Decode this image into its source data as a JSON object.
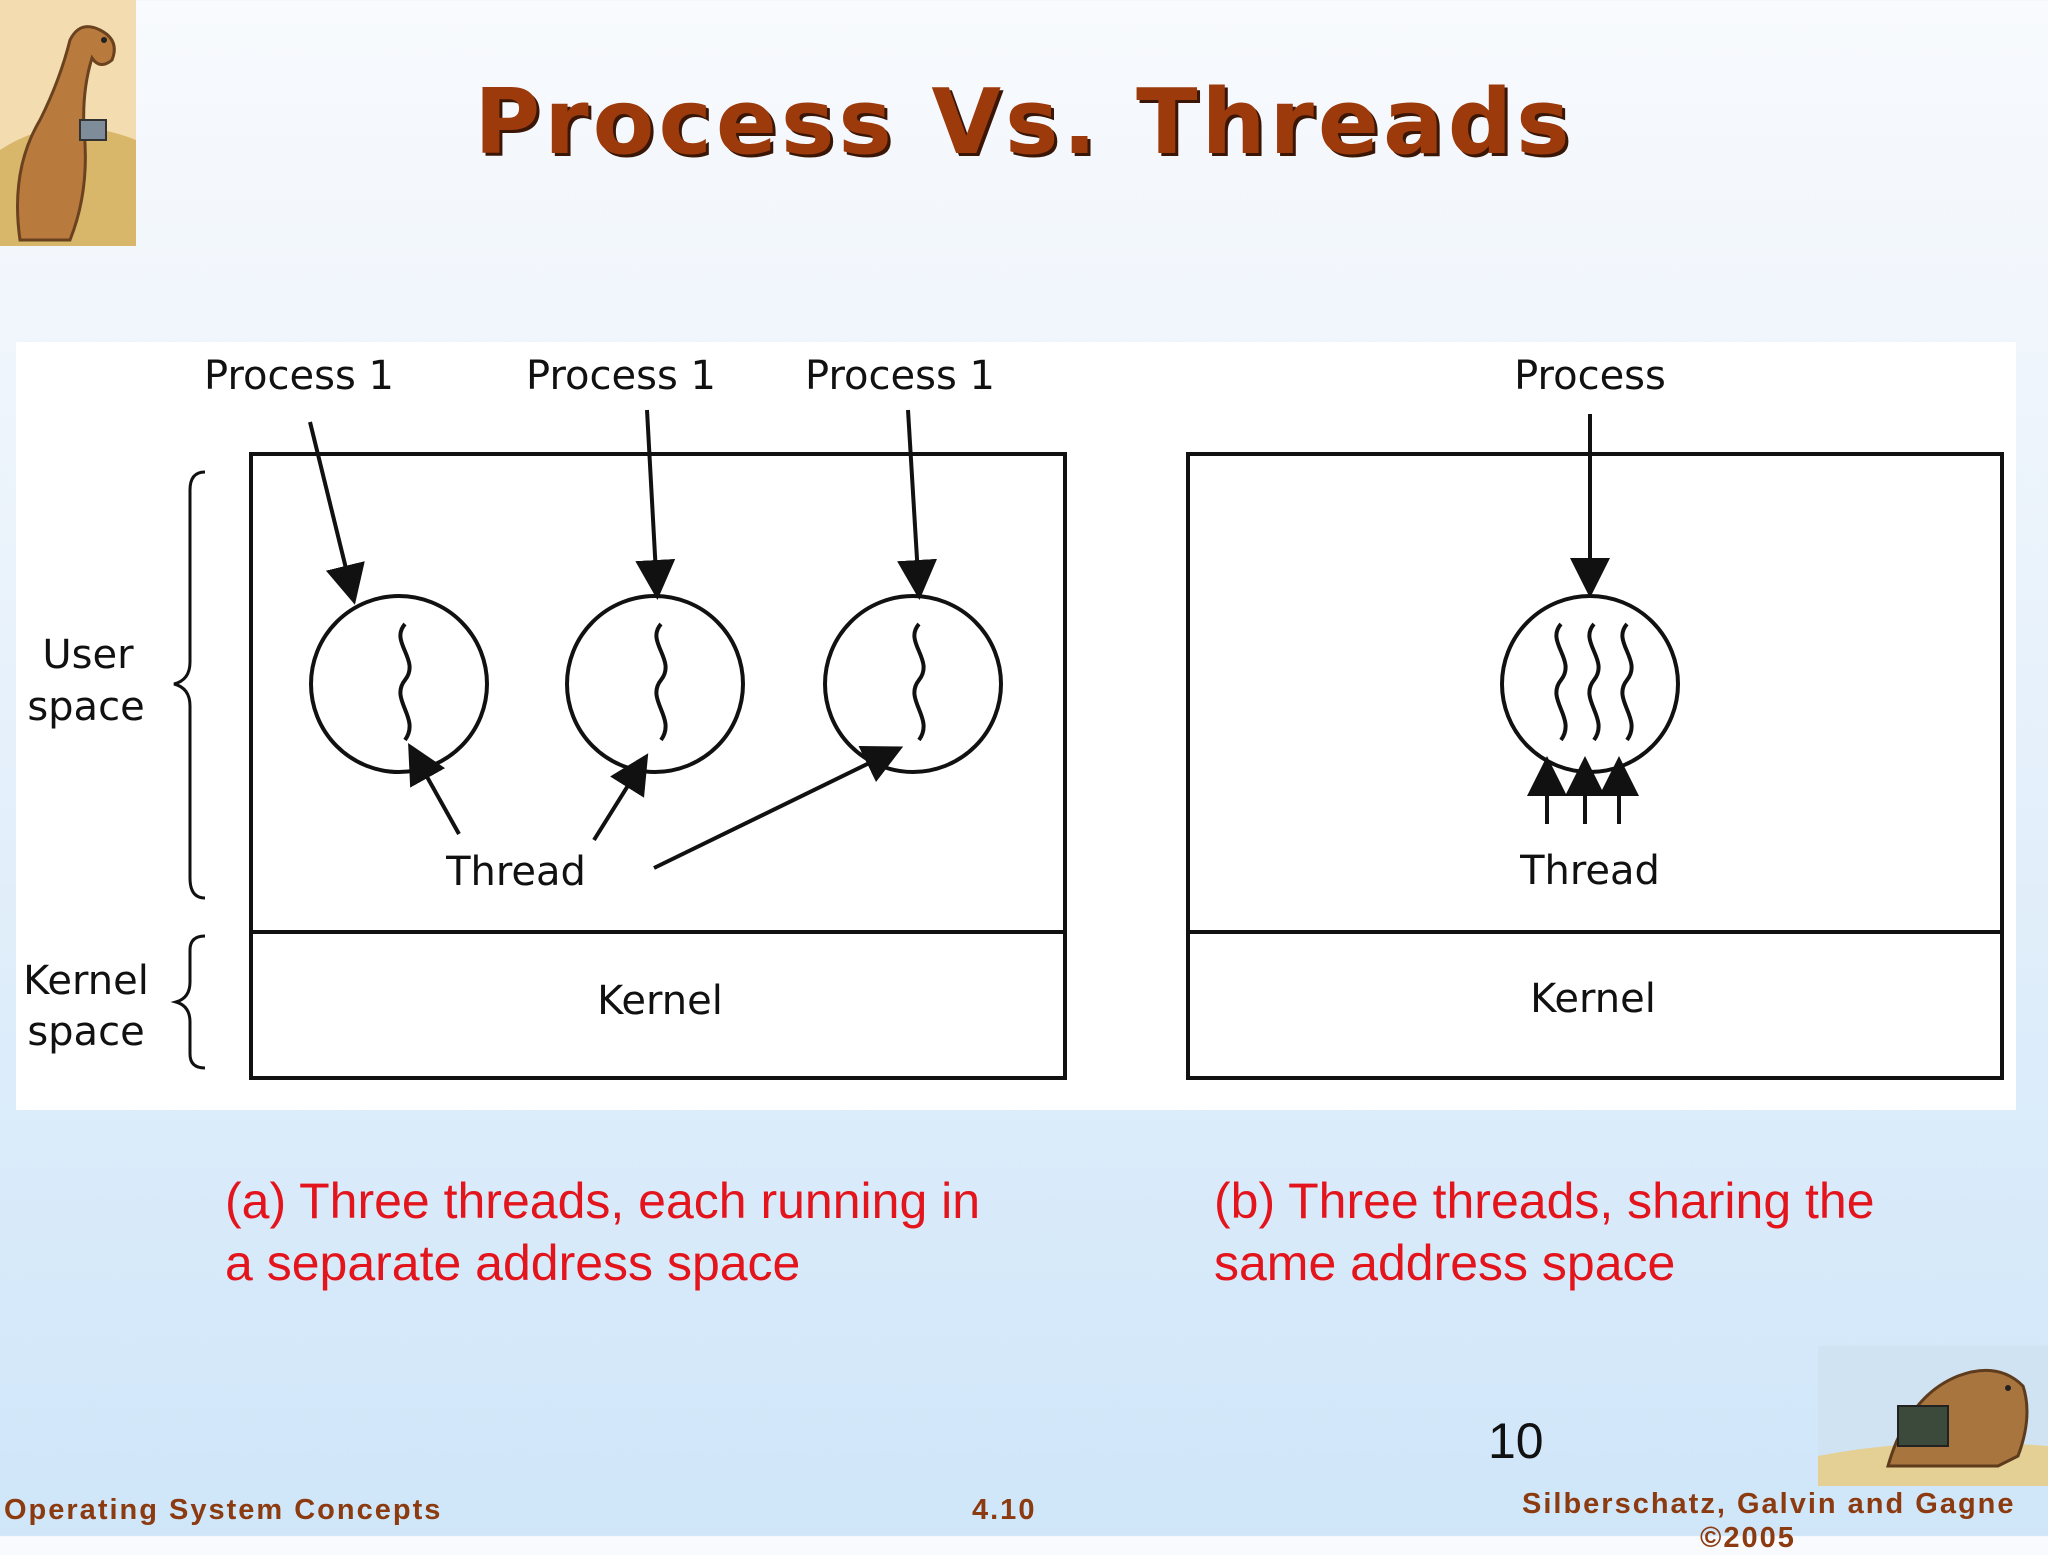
{
  "slide": {
    "title": "Process Vs. Threads",
    "page_number": "10"
  },
  "diagram": {
    "left": {
      "process_labels": [
        "Process 1",
        "Process 1",
        "Process 1"
      ],
      "thread_label": "Thread",
      "kernel_label": "Kernel",
      "user_space_label": [
        "User",
        "space"
      ],
      "kernel_space_label": [
        "Kernel",
        "space"
      ]
    },
    "right": {
      "process_label": "Process",
      "thread_label": "Thread",
      "kernel_label": "Kernel"
    }
  },
  "captions": {
    "a": "(a) Three threads, each running in\na separate address space",
    "b": "(b) Three threads, sharing the\nsame address space"
  },
  "footer": {
    "left": "Operating System Concepts",
    "center": "4.10",
    "right": "Silberschatz, Galvin and Gagne",
    "copyright": "©2005"
  },
  "colors": {
    "title": "#9c3a0c",
    "caption": "#e3141c",
    "footer": "#8c3a10"
  }
}
